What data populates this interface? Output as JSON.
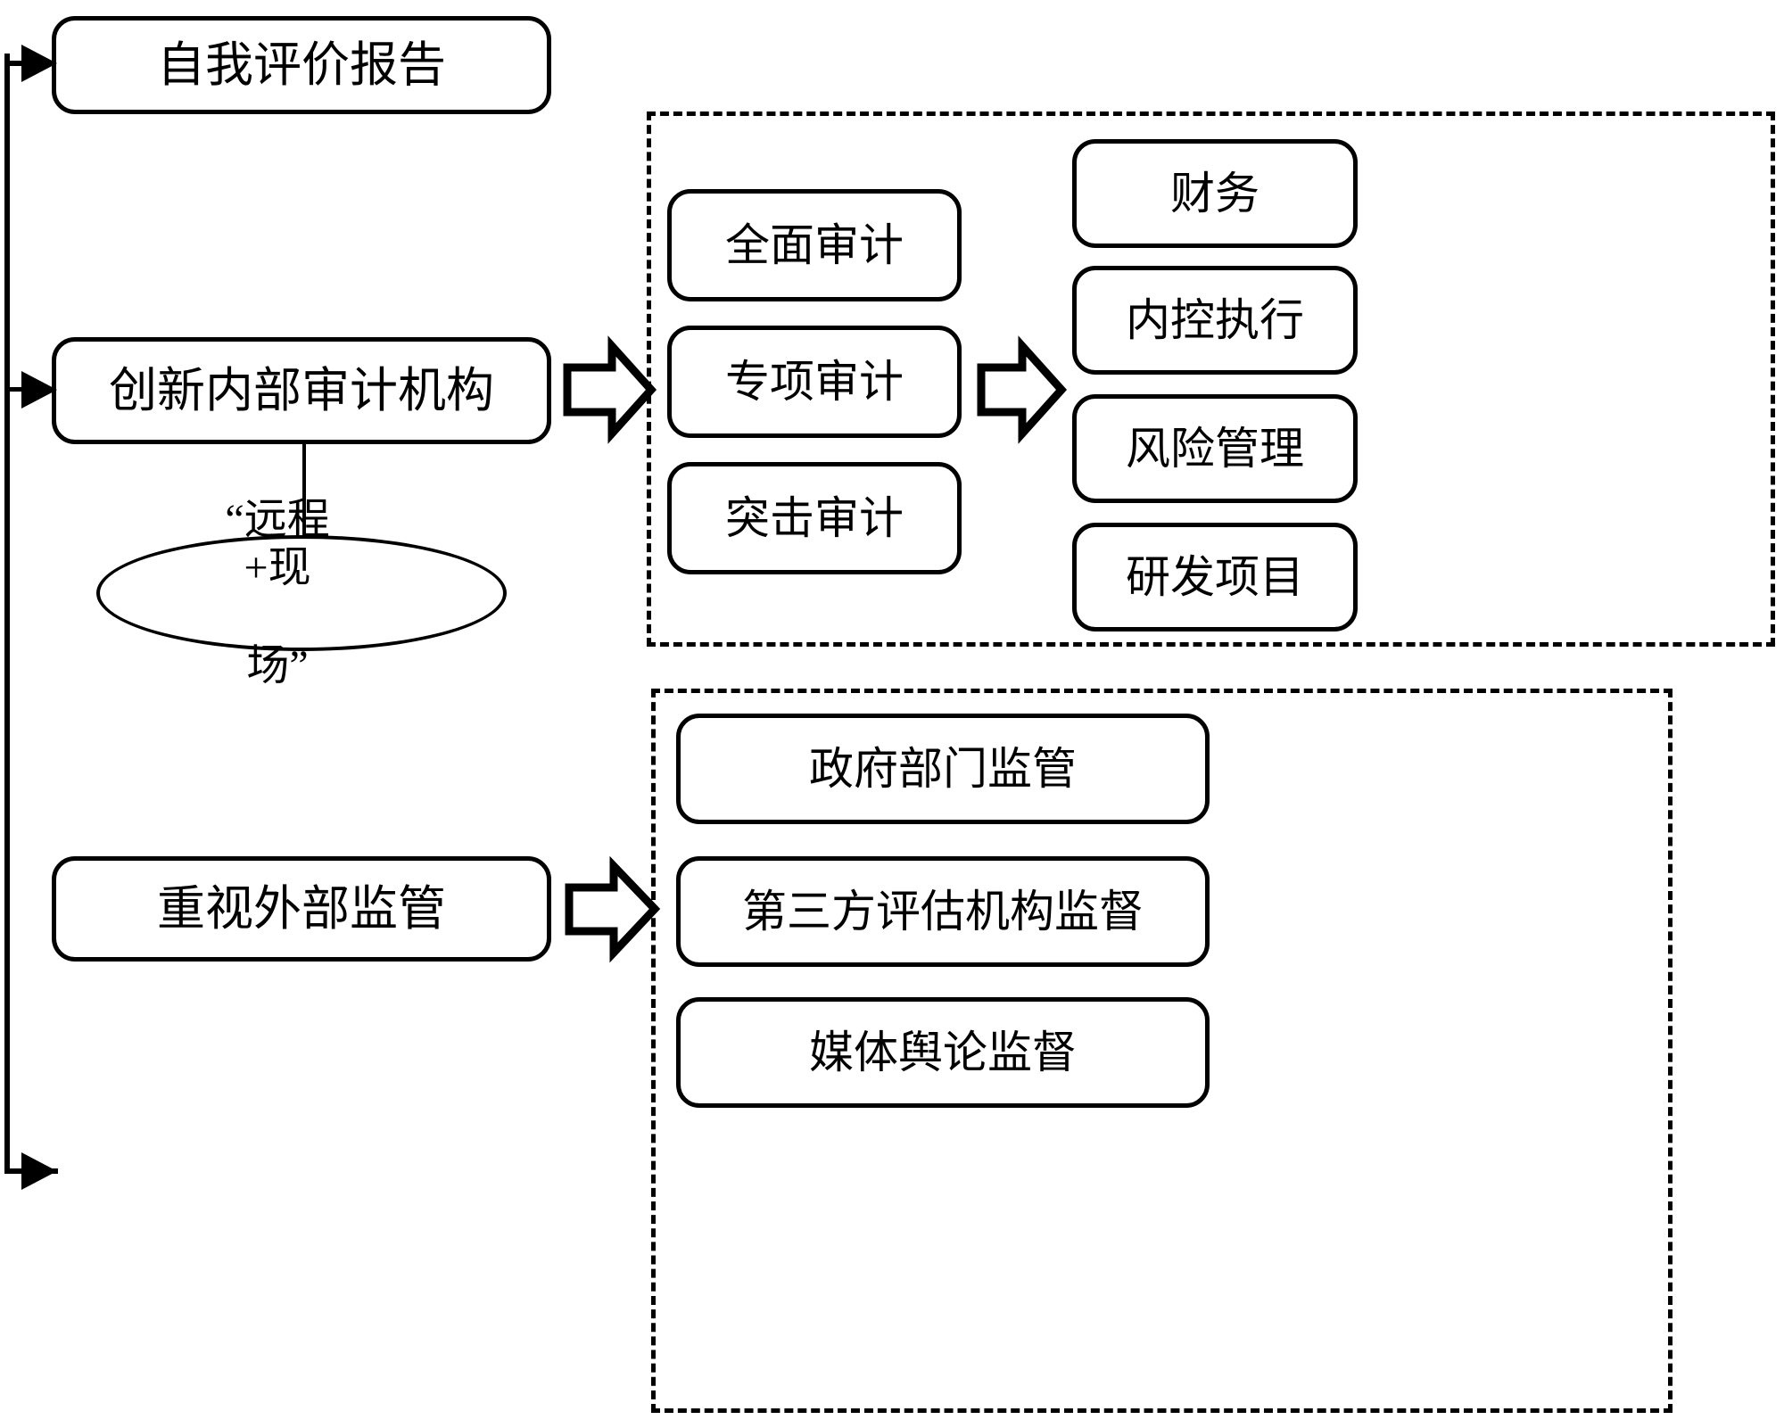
{
  "diagram": {
    "title_nodes": {
      "self_evaluation_report": "自我评价报告",
      "innovate_internal_audit": "创新内部审计机构",
      "value_external_supervision": "重视外部监管"
    },
    "ellipse": {
      "line1": "“远程+现",
      "line2": "场”",
      "full_text": "“远程+现场”"
    },
    "audit_group": {
      "items": [
        {
          "label": "全面审计"
        },
        {
          "label": "专项审计"
        },
        {
          "label": "突击审计"
        }
      ]
    },
    "audit_scope_group": {
      "items": [
        {
          "label": "财务"
        },
        {
          "label": "内控执行"
        },
        {
          "label": "风险管理"
        },
        {
          "label": "研发项目"
        }
      ]
    },
    "supervision_group": {
      "items": [
        {
          "label": "政府部门监管"
        },
        {
          "label": "第三方评估机构监督"
        },
        {
          "label": "媒体舆论监督"
        }
      ]
    },
    "icons": {
      "arrow_audit": "block-right-arrow-icon",
      "arrow_scope": "block-right-arrow-icon",
      "arrow_supervision": "block-right-arrow-icon",
      "branch_top": "arrowhead-right-icon",
      "branch_mid": "arrowhead-right-icon",
      "branch_bottom": "arrowhead-right-icon"
    },
    "colors": {
      "stroke": "#000000",
      "fill": "#ffffff"
    }
  }
}
